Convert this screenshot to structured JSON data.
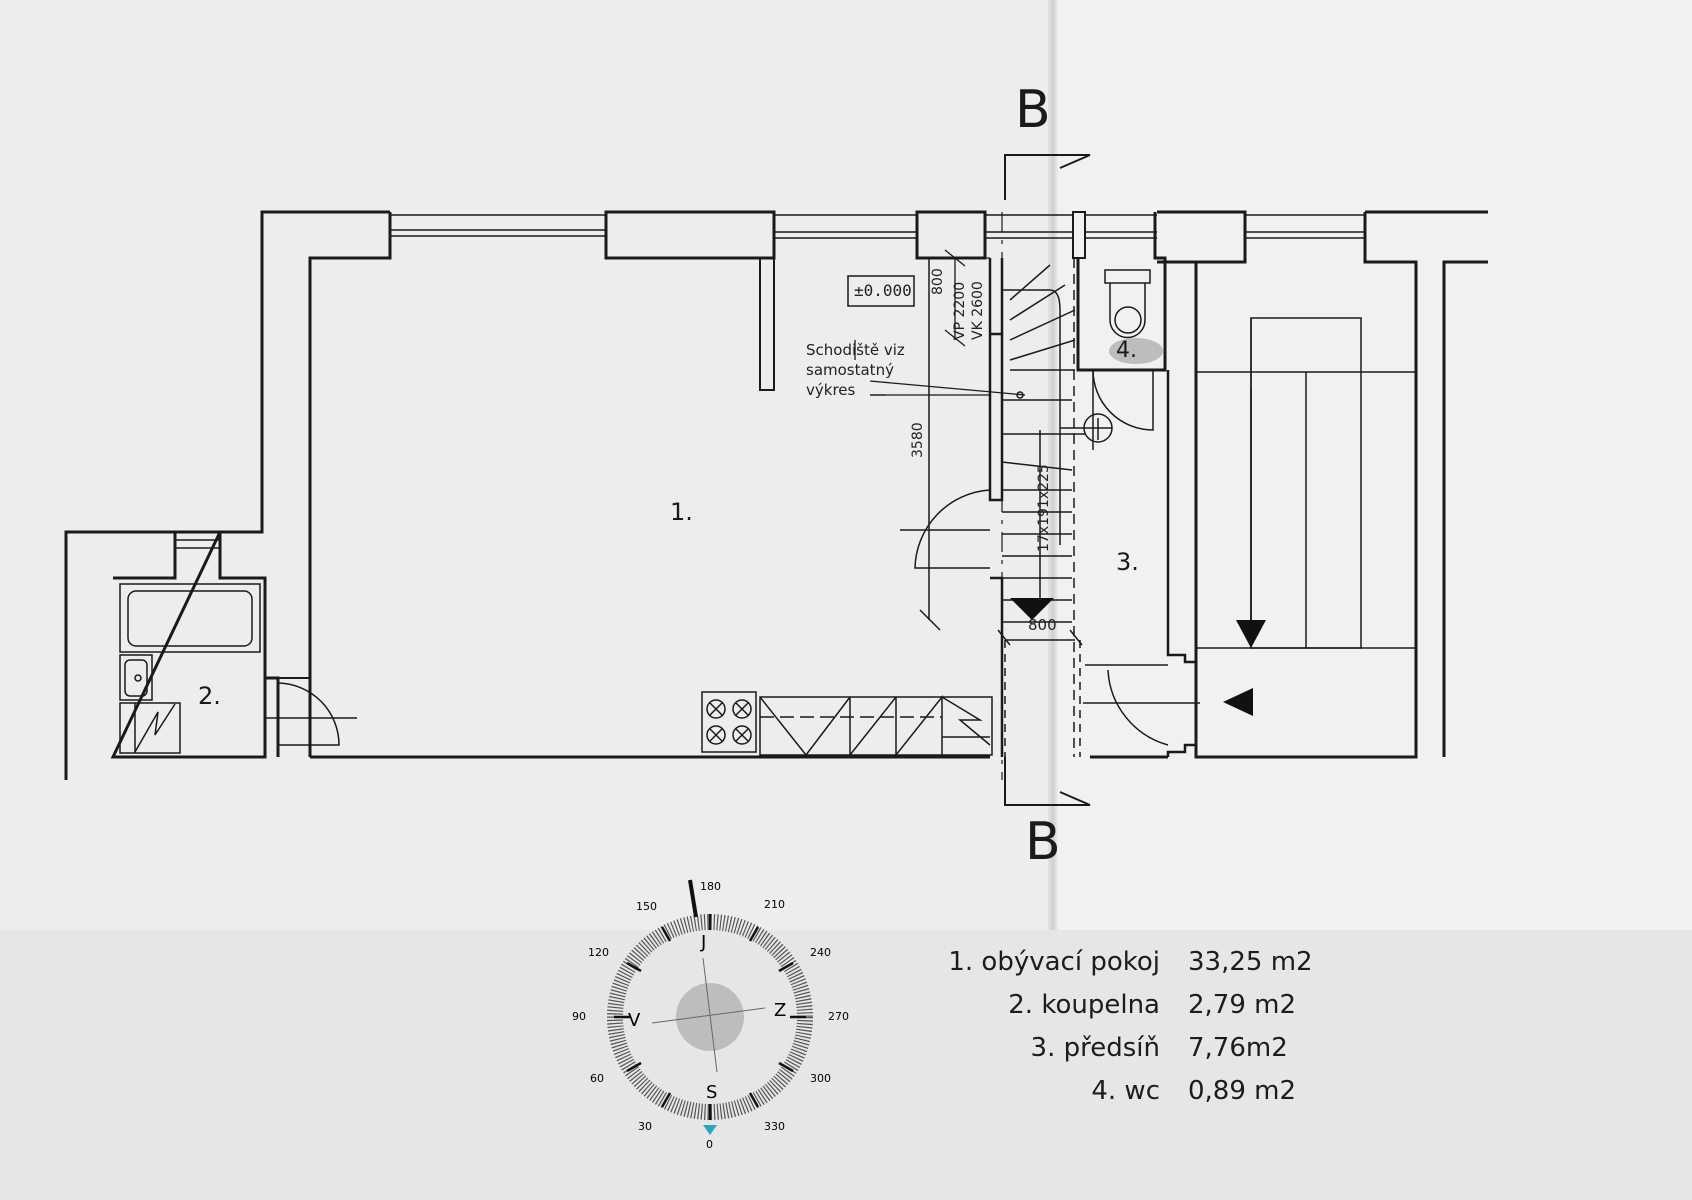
{
  "plan": {
    "section_marks": {
      "top": "B",
      "bottom": "B"
    },
    "level_mark": "±0.000",
    "stair_note": [
      "Schodiště viz",
      "samostatný",
      "výkres"
    ],
    "dimensions": {
      "d800_top": "800",
      "vp": "VP 2200",
      "vk": "VK 2600",
      "d3580": "3580",
      "stairs": "17x191x225",
      "d800_bottom": "800"
    },
    "room_numbers": {
      "r1": "1.",
      "r2": "2.",
      "r3": "3.",
      "r4": "4."
    }
  },
  "compass": {
    "cardinals": {
      "top": "J",
      "left": "V",
      "right": "Z",
      "bottom": "S"
    },
    "degrees": [
      "180",
      "210",
      "240",
      "270",
      "300",
      "330",
      "0",
      "30",
      "60",
      "90",
      "120",
      "150"
    ],
    "marker_color": "#2aa8b8"
  },
  "legend": {
    "rows": [
      {
        "name": "1. obývací pokoj",
        "area": "33,25 m2"
      },
      {
        "name": "2. koupelna",
        "area": "2,79 m2"
      },
      {
        "name": "3. předsíň",
        "area": "7,76m2"
      },
      {
        "name": "4. wc",
        "area": "0,89 m2"
      }
    ]
  }
}
